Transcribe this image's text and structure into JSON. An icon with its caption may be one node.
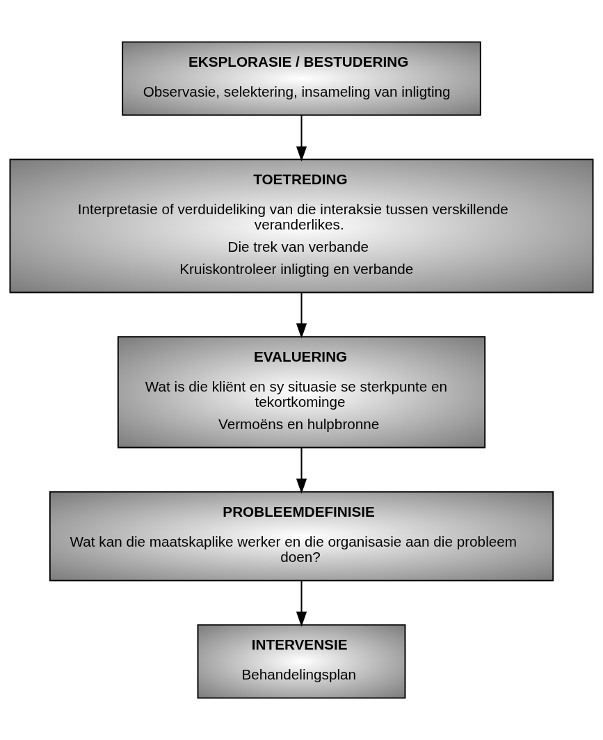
{
  "diagram": {
    "nodes": [
      {
        "text": [
          "EKSPLORASIE / BESTUDERING",
          "Observasie, selektering, insameling van inligting"
        ]
      },
      {
        "text": [
          "TOETREDING",
          "Interpretasie of verduideliking van die interaksie tussen verskillende veranderlikes.",
          "Die trek van verbande",
          "Kruiskontroleer inligting en verbande"
        ]
      },
      {
        "text": [
          "EVALUERING",
          "Wat is die kliënt en sy situasie se sterkpunte en tekortkominge",
          "Vermoëns en hulpbronne"
        ]
      },
      {
        "text": [
          "PROBLEEMDEFINISIE",
          "Wat kan die maatskaplike werker en die organisasie aan die probleem doen?"
        ]
      },
      {
        "text": [
          "INTERVENSIE",
          "Behandelingsplan"
        ]
      }
    ],
    "edges": [
      {
        "from": 0,
        "to": 1,
        "arrow": "to"
      },
      {
        "from": 1,
        "to": 2,
        "arrow": "to"
      },
      {
        "from": 2,
        "to": 3,
        "arrow": "to"
      },
      {
        "from": 3,
        "to": 4,
        "arrow": "to"
      }
    ]
  }
}
